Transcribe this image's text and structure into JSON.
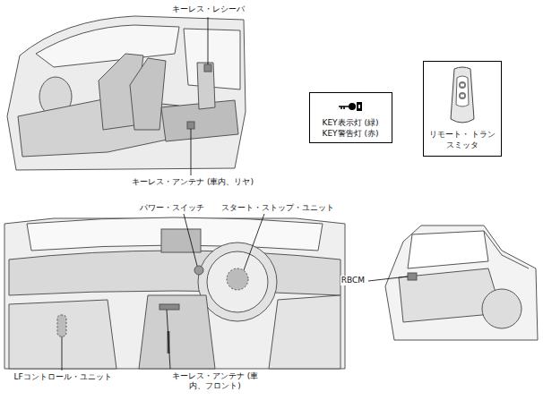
{
  "diagram": {
    "nodes": [
      {
        "text": [
          "KEY表示灯 (緑)",
          "KEY警告灯 (赤)"
        ]
      },
      {
        "text": [
          "リモート・ トランスミッタ"
        ]
      }
    ],
    "labels": [
      "キーレス・レシーバ",
      "キーレス・アンテナ (車内、リヤ)",
      "パワー・スイッチ",
      "スタート・ストップ・ユニット",
      "RBCM",
      "LFコントロール・ユニット",
      "キーレス・アンテナ (車内、フロント)"
    ]
  }
}
